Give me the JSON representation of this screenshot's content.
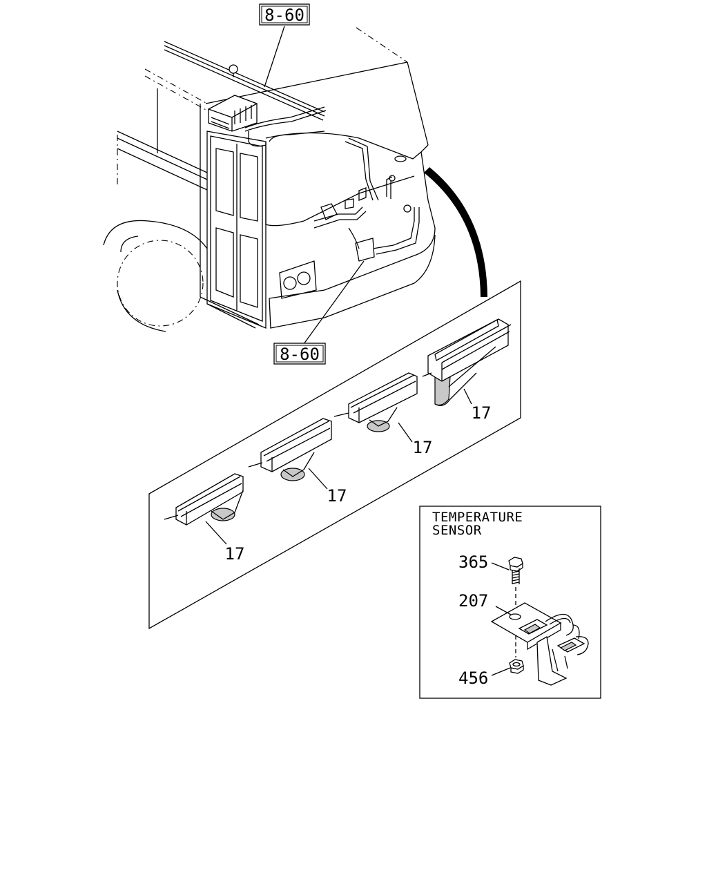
{
  "references": {
    "top": "8-60",
    "bottom": "8-60"
  },
  "parts": {
    "nozzle": "17",
    "bolt": "365",
    "bracket": "207",
    "nut": "456"
  },
  "detail": {
    "title_line1": "TEMPERATURE",
    "title_line2": "SENSOR"
  }
}
